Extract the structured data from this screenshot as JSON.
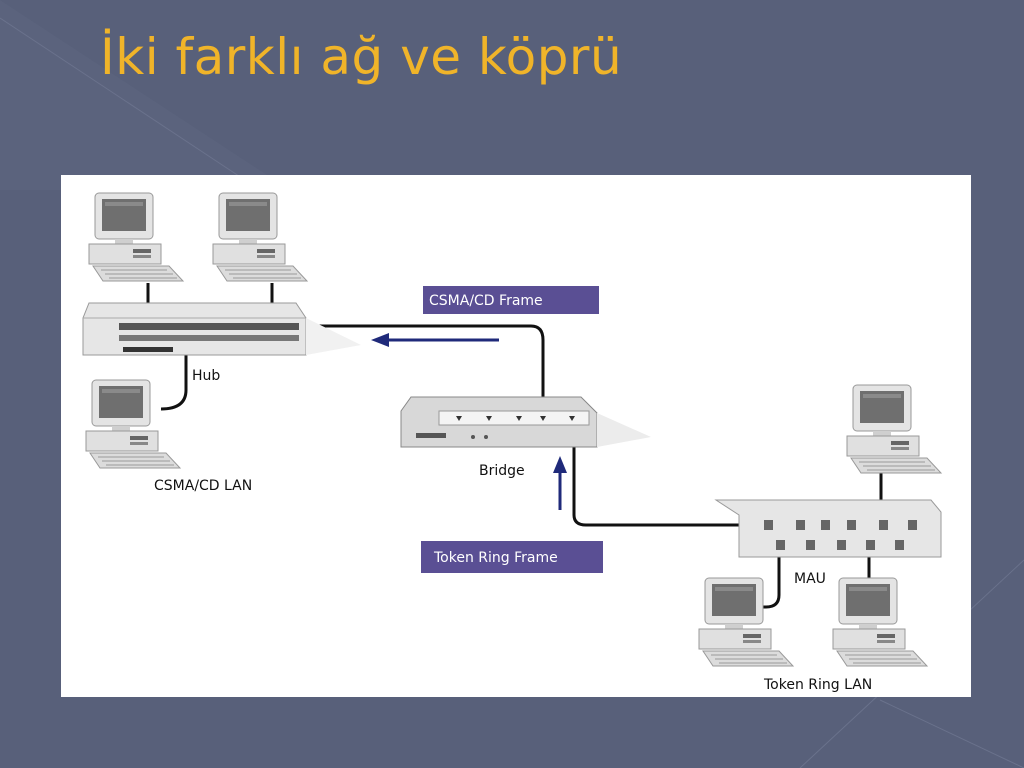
{
  "slide": {
    "title": "İki farklı ağ ve köprü"
  },
  "diagram": {
    "hub_label": "Hub",
    "csma_lan_label": "CSMA/CD LAN",
    "bridge_label": "Bridge",
    "mau_label": "MAU",
    "token_lan_label": "Token Ring LAN",
    "csma_frame_label": "CSMA/CD Frame",
    "token_frame_label": "Token Ring Frame"
  },
  "colors": {
    "title": "#f0b429",
    "background": "#58607a",
    "frame_tag": "#5a4f94",
    "arrow": "#1f2a7a"
  }
}
